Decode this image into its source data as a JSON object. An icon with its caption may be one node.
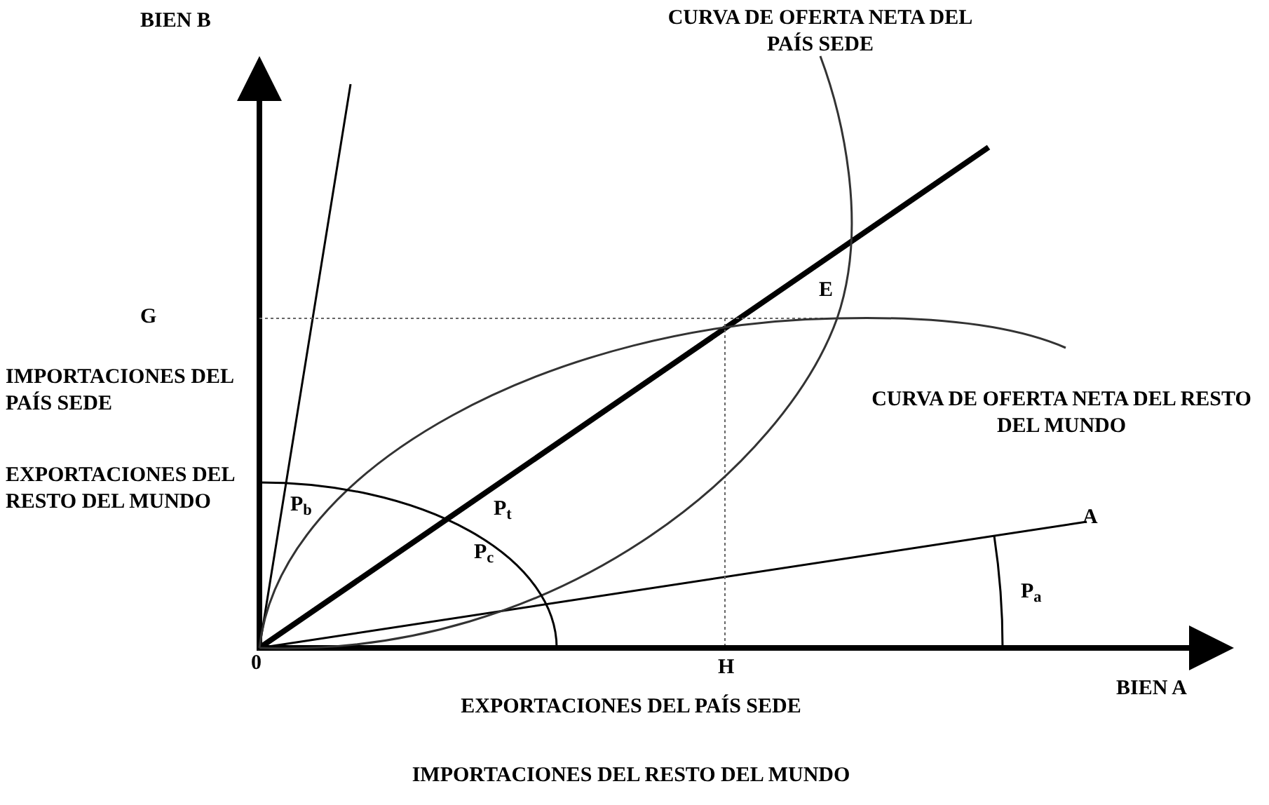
{
  "diagram": {
    "labels": [
      "BIEN B",
      "CURVA DE OFERTA NETA DEL PAÍS SEDE",
      "G",
      "E",
      "IMPORTACIONES DEL PAÍS SEDE",
      "CURVA DE OFERTA NETA DEL RESTO DEL MUNDO",
      "EXPORTACIONES DEL RESTO DEL MUNDO",
      "P$_{b}$",
      "P$_{t}$",
      "P$_{c}$",
      "A",
      "P$_{a}$",
      "0",
      "H",
      "BIEN A",
      "EXPORTACIONES DEL PAÍS SEDE",
      "IMPORTACIONES DEL RESTO DEL MUNDO"
    ]
  }
}
